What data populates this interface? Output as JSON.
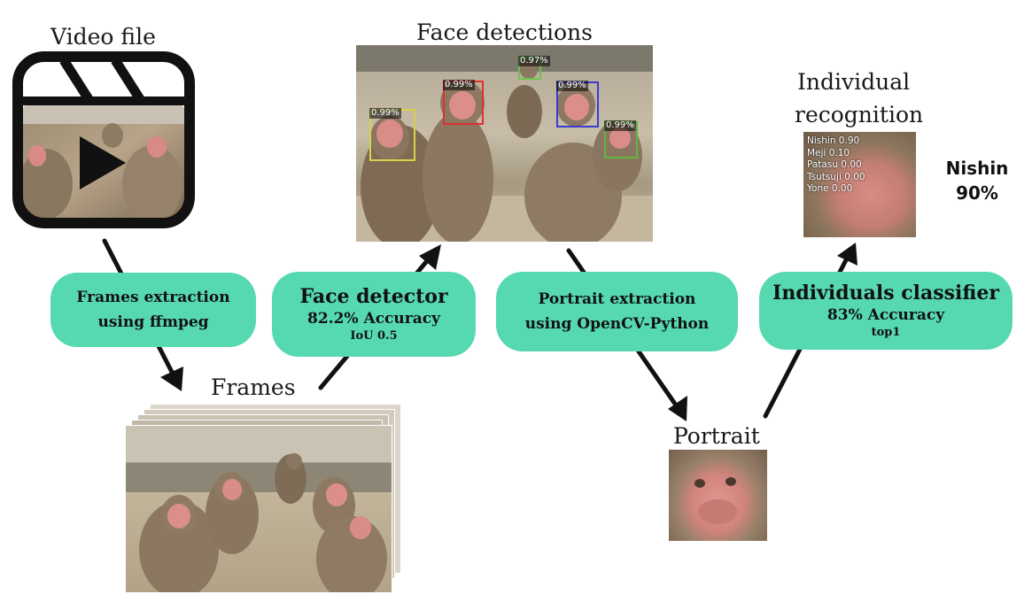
{
  "labels": {
    "video_file": "Video file",
    "face_detections": "Face detections",
    "individual_recognition_line1": "Individual",
    "individual_recognition_line2": "recognition",
    "frames": "Frames",
    "portrait": "Portrait"
  },
  "steps": {
    "frames_extraction": {
      "line1": "Frames extraction",
      "line2": "using ffmpeg"
    },
    "face_detector": {
      "title": "Face detector",
      "accuracy": "82.2% Accuracy",
      "detail": "IoU 0.5"
    },
    "portrait_extraction": {
      "line1": "Portrait extraction",
      "line2": "using OpenCV-Python"
    },
    "individuals_classifier": {
      "title": "Individuals classifier",
      "accuracy": "83% Accuracy",
      "detail": "top1"
    }
  },
  "detections": [
    {
      "score": "0.99%",
      "color": "#d8d24a"
    },
    {
      "score": "0.99%",
      "color": "#e03030"
    },
    {
      "score": "0.97%",
      "color": "#6fc24a"
    },
    {
      "score": "0.99%",
      "color": "#3a3ad0"
    },
    {
      "score": "0.99%",
      "color": "#5fb63a"
    }
  ],
  "recognition_scores": [
    "Nishin 0.90",
    "Meji 0.10",
    "Patasu 0.00",
    "Tsutsuji 0.00",
    "Yone 0.00"
  ],
  "result": {
    "name": "Nishin",
    "percent": "90%"
  },
  "colors": {
    "step_fill": "#56d9b1",
    "arrow": "#111111"
  },
  "icons": {
    "video": "video-clapper-play-icon"
  }
}
